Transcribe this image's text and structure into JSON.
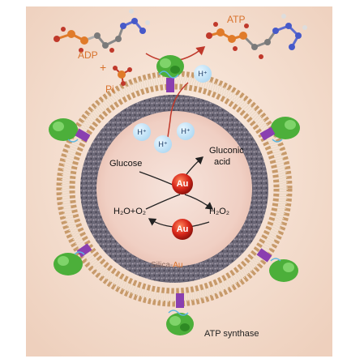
{
  "labels": {
    "adp": "ADP",
    "plus": "+",
    "pi": "Pi",
    "atp": "ATP",
    "h_plus": "H⁺",
    "glucose": "Glucose",
    "gluconic_acid_line1": "Gluconic",
    "gluconic_acid_line2": "acid",
    "au": "Au",
    "h2o_o2": "H₂O+O₂",
    "h2o2": "H₂O₂",
    "silica": "Silica-",
    "silica_au": "Au",
    "atp_synthase": "ATP synthase"
  },
  "colors": {
    "background_panel": "#f6e3d6",
    "membrane_head": "#c79a6a",
    "silica_shell": "#5a5a6a",
    "core": "#f3d6cc",
    "au_particle": "#d8271b",
    "label_orange": "#d8722c",
    "protein_green": "#4caf3a",
    "protein_purple": "#8a3fb0"
  },
  "icons": [
    "adp-molecule",
    "atp-molecule",
    "phosphate-molecule",
    "atp-synthase-protein",
    "proton-bubble",
    "gold-nanoparticle"
  ]
}
